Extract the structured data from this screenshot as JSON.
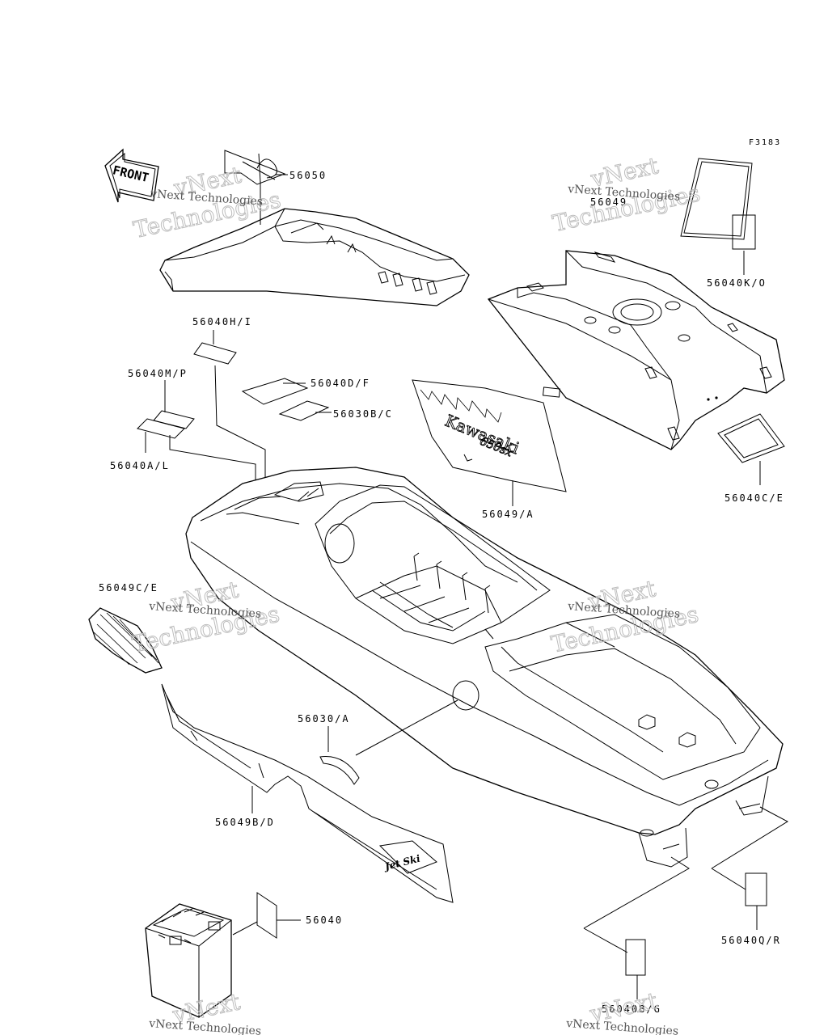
{
  "figure_id": "F3183",
  "front_badge": "FRONT",
  "watermark": {
    "line1": "vNext",
    "line2": "Technologies",
    "small": "vNext Technologies"
  },
  "decals": {
    "brand": "Kawasaki",
    "model": "650sx",
    "logo": "Jet Ski"
  },
  "labels": [
    "56050",
    "56049",
    "56040K/O",
    "56040H/I",
    "56040M/P",
    "56040D/F",
    "56030B/C",
    "56040A/L",
    "56049/A",
    "56040C/E",
    "56049C/E",
    "56030/A",
    "56049B/D",
    "56040",
    "56040Q/R",
    "56040B/G"
  ]
}
